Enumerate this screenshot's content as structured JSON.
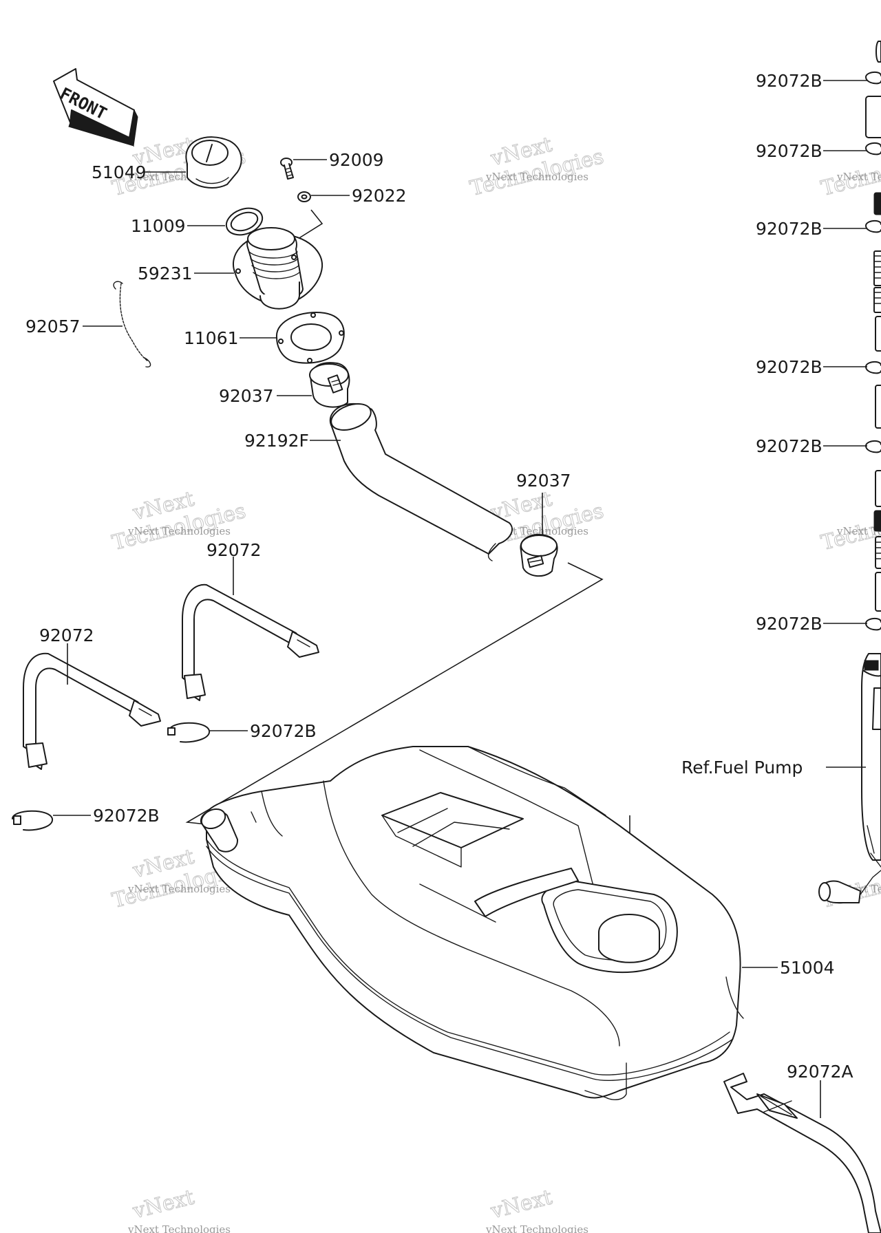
{
  "front_label": "FRONT",
  "watermark": {
    "line1": "vNext",
    "line2": "Technologies",
    "small": "vNext Technologies"
  },
  "parts": {
    "p51049": "51049",
    "p92009": "92009",
    "p92022": "92022",
    "p11009": "11009",
    "p59231": "59231",
    "p92057": "92057",
    "p11061": "11061",
    "p92037_a": "92037",
    "p92192F": "92192F",
    "p92037_b": "92037",
    "p92072_a": "92072",
    "p92072_b": "92072",
    "p92072B_strap1": "92072B",
    "p92072B_strap2": "92072B",
    "p51004": "51004",
    "p92072A": "92072A",
    "ref_fuel_pump": "Ref.Fuel Pump",
    "p92072B_r1": "92072B",
    "p92072B_r2": "92072B",
    "p92072B_r3": "92072B",
    "p92072B_r4": "92072B",
    "p92072B_r5": "92072B",
    "p92072B_r6": "92072B"
  }
}
